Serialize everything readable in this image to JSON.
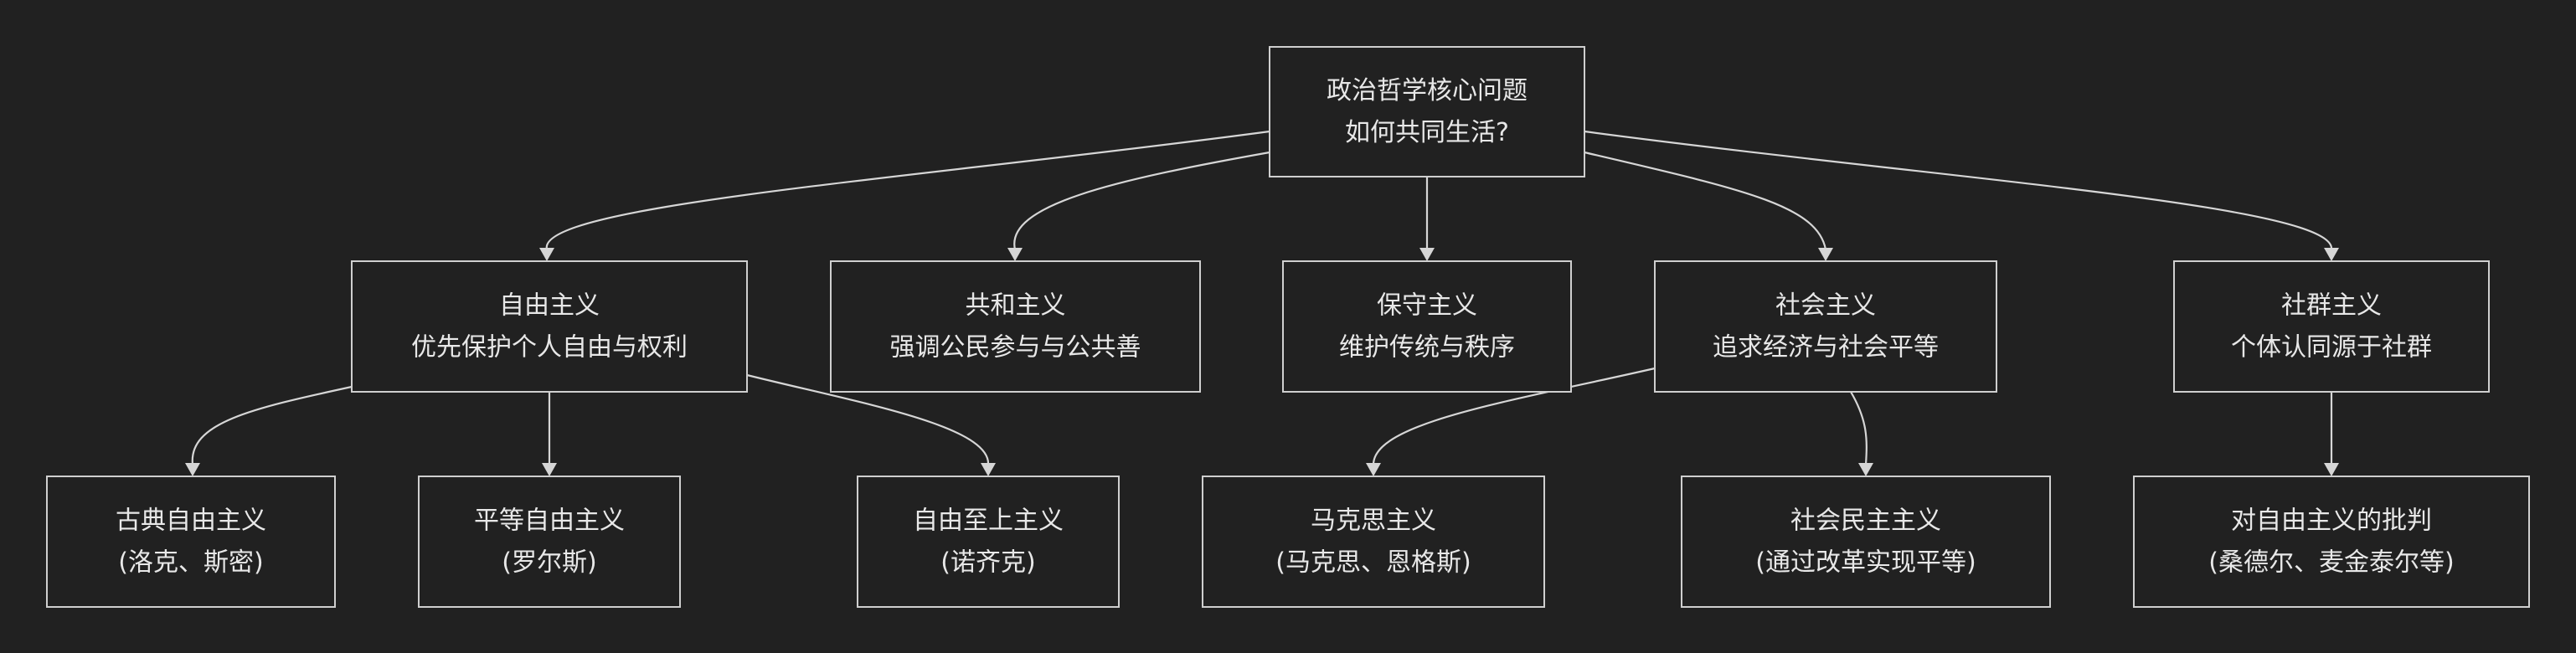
{
  "diagram": {
    "nodes": [
      {
        "id": "root",
        "line1": "政治哲学核心问题",
        "line2": "如何共同生活?"
      },
      {
        "id": "liberalism",
        "line1": "自由主义",
        "line2": "优先保护个人自由与权利"
      },
      {
        "id": "republicanism",
        "line1": "共和主义",
        "line2": "强调公民参与与公共善"
      },
      {
        "id": "conservatism",
        "line1": "保守主义",
        "line2": "维护传统与秩序"
      },
      {
        "id": "socialism",
        "line1": "社会主义",
        "line2": "追求经济与社会平等"
      },
      {
        "id": "communitarianism",
        "line1": "社群主义",
        "line2": "个体认同源于社群"
      },
      {
        "id": "classical",
        "line1": "古典自由主义",
        "line2": "(洛克、斯密)"
      },
      {
        "id": "egalitarian",
        "line1": "平等自由主义",
        "line2": "(罗尔斯)"
      },
      {
        "id": "libertarian",
        "line1": "自由至上主义",
        "line2": "(诺齐克)"
      },
      {
        "id": "marxism",
        "line1": "马克思主义",
        "line2": "(马克思、恩格斯)"
      },
      {
        "id": "socialdemocracy",
        "line1": "社会民主主义",
        "line2": "(通过改革实现平等)"
      },
      {
        "id": "critique",
        "line1": "对自由主义的批判",
        "line2": "(桑德尔、麦金泰尔等)"
      }
    ],
    "edges": [
      {
        "from": "root",
        "to": "liberalism"
      },
      {
        "from": "root",
        "to": "republicanism"
      },
      {
        "from": "root",
        "to": "conservatism"
      },
      {
        "from": "root",
        "to": "socialism"
      },
      {
        "from": "root",
        "to": "communitarianism"
      },
      {
        "from": "liberalism",
        "to": "classical"
      },
      {
        "from": "liberalism",
        "to": "egalitarian"
      },
      {
        "from": "liberalism",
        "to": "libertarian"
      },
      {
        "from": "socialism",
        "to": "marxism"
      },
      {
        "from": "socialism",
        "to": "socialdemocracy"
      },
      {
        "from": "communitarianism",
        "to": "critique"
      }
    ]
  }
}
